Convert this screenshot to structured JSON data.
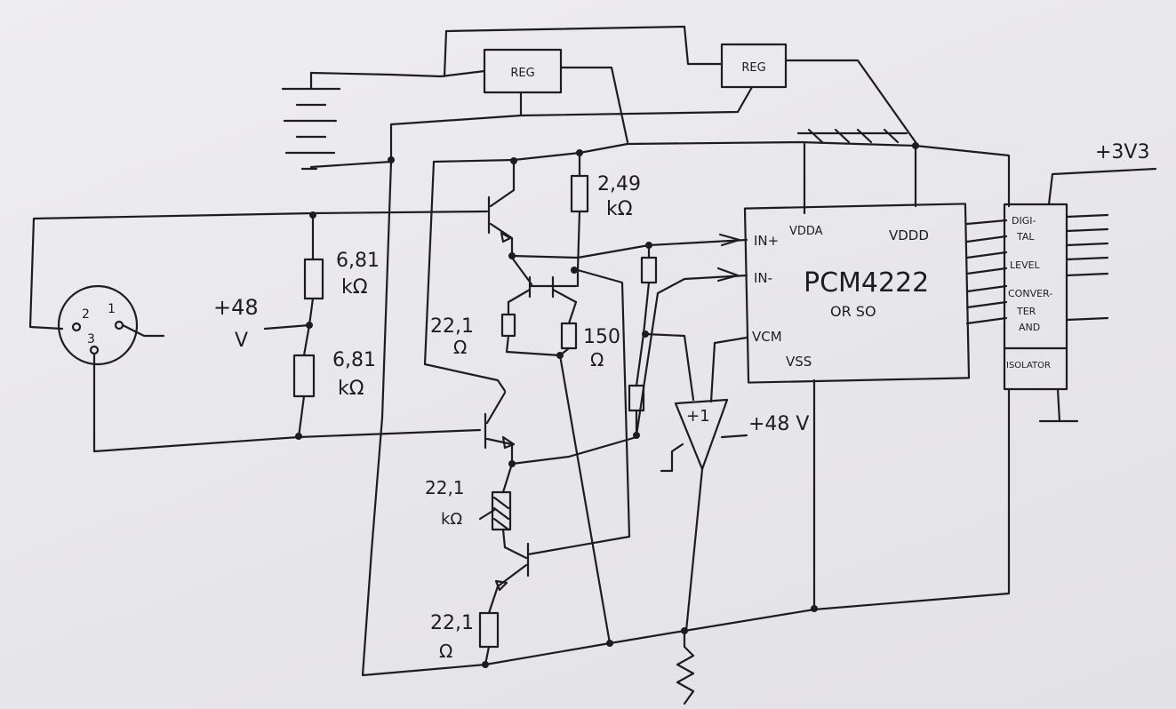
{
  "labels": {
    "reg_left": "REG",
    "reg_right": "REG",
    "r_top": "2,49",
    "r_top_unit": "kΩ",
    "r_div1": "6,81",
    "r_div1_unit": "kΩ",
    "r_div2": "6,81",
    "r_div2_unit": "kΩ",
    "phantom": "+48",
    "phantom_unit": "V",
    "r_emit_l": "22,1",
    "r_emit_l_unit": "Ω",
    "r_150": "150",
    "r_150_unit": "Ω",
    "r_bottom": "22,1",
    "r_bottom_unit": "Ω",
    "r_crossed": "22,1",
    "r_crossed_unit": "kΩ",
    "ic_name": "PCM4222",
    "ic_sub": "OR SO",
    "ic_inp": "IN+",
    "ic_inn": "IN-",
    "ic_vdda": "VDDA",
    "ic_vddd": "VDDD",
    "ic_vcm": "VCM",
    "ic_vss": "VSS",
    "buffer_gain": "+1",
    "buffer_supply": "+48 V",
    "supply_3v3": "+3V3",
    "conv_1": "DIGI-",
    "conv_2": "TAL",
    "conv_3": "LEVEL",
    "conv_4": "CONVER-",
    "conv_5": "TER",
    "conv_6": "AND",
    "conv_7": "ISOLATOR",
    "xlr_pin1": "1",
    "xlr_pin2": "2",
    "xlr_pin3": "3"
  }
}
